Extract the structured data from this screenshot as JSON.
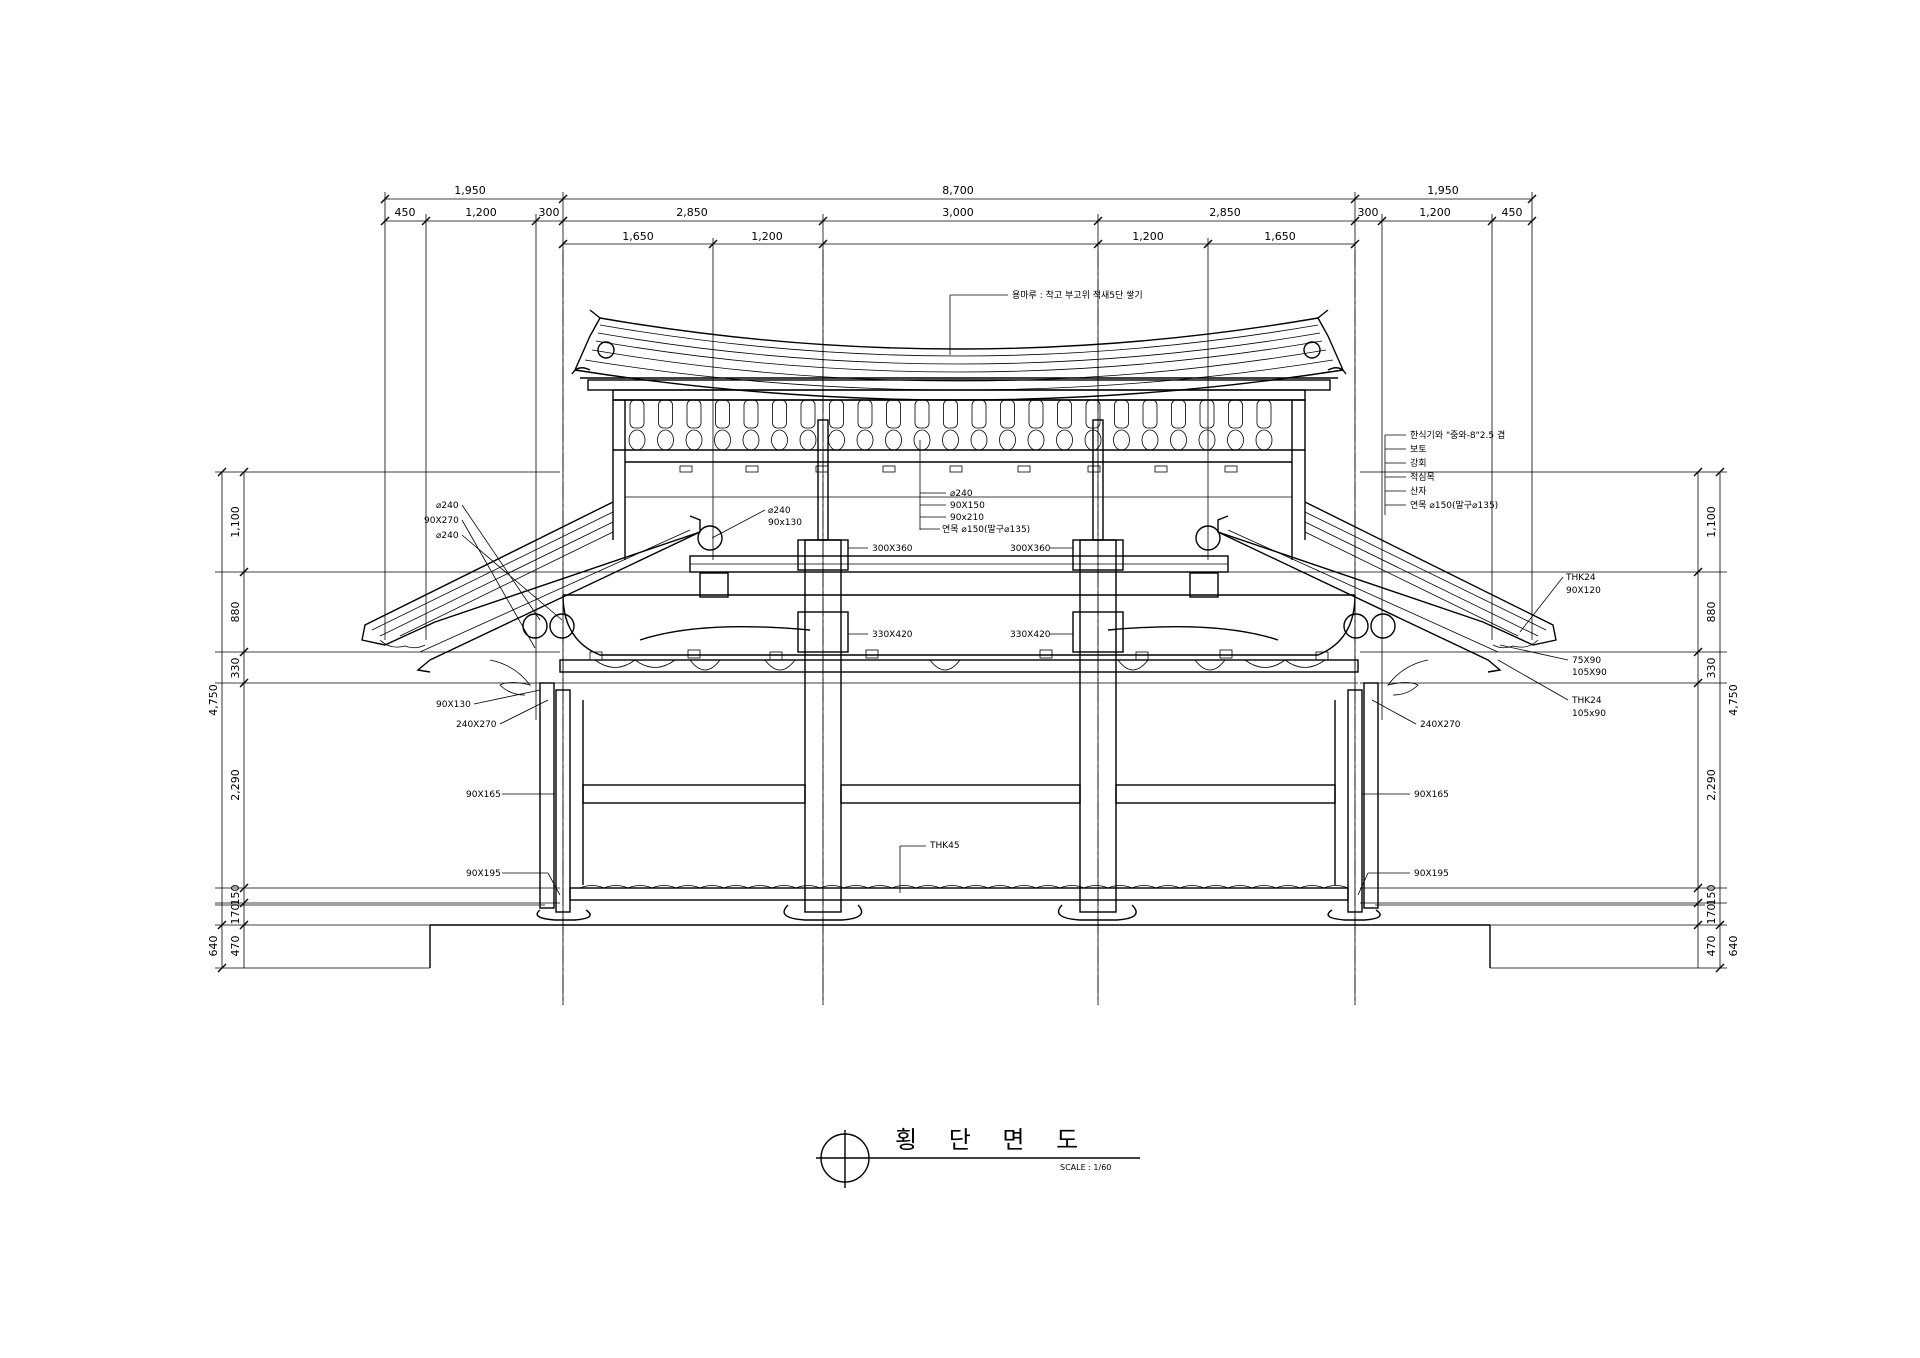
{
  "title": "횡 단 면 도",
  "scale": "SCALE : 1/60",
  "dims_top_row1": [
    "1,950",
    "8,700",
    "1,950"
  ],
  "dims_top_row2": [
    "450",
    "1,200",
    "300",
    "2,850",
    "3,000",
    "2,850",
    "300",
    "1,200",
    "450"
  ],
  "dims_top_row3": [
    "1,650",
    "1,200",
    "1,200",
    "1,650"
  ],
  "dims_vertical": [
    "1,100",
    "880",
    "330",
    "2,290",
    "150",
    "170",
    "470",
    "4,750",
    "640"
  ],
  "roof_note": "용마루 : 착고 부고위 적새5단 쌓기",
  "right_materials": [
    "한식기와 \"중와-8\"2.5 겹",
    "보토",
    "강회",
    "적심목",
    "산자",
    "연목 ⌀150(말구⌀135)"
  ],
  "center_labels": [
    "⌀240",
    "90X150",
    "90x210",
    "연목 ⌀150(말구⌀135)"
  ],
  "beam_labels": [
    "300X360",
    "300X360",
    "330X420",
    "330X420"
  ],
  "left_upper_labels": [
    "⌀240",
    "90X270",
    "⌀240"
  ],
  "left_inner_labels": [
    "⌀240",
    "90x130"
  ],
  "left_labels": [
    "90X130",
    "240X270",
    "90X165",
    "90X195"
  ],
  "right_labels": [
    "THK24",
    "90X120",
    "75X90",
    "105X90",
    "THK24",
    "105x90",
    "240X270",
    "90X165",
    "90X195"
  ],
  "floor_label": "THK45"
}
